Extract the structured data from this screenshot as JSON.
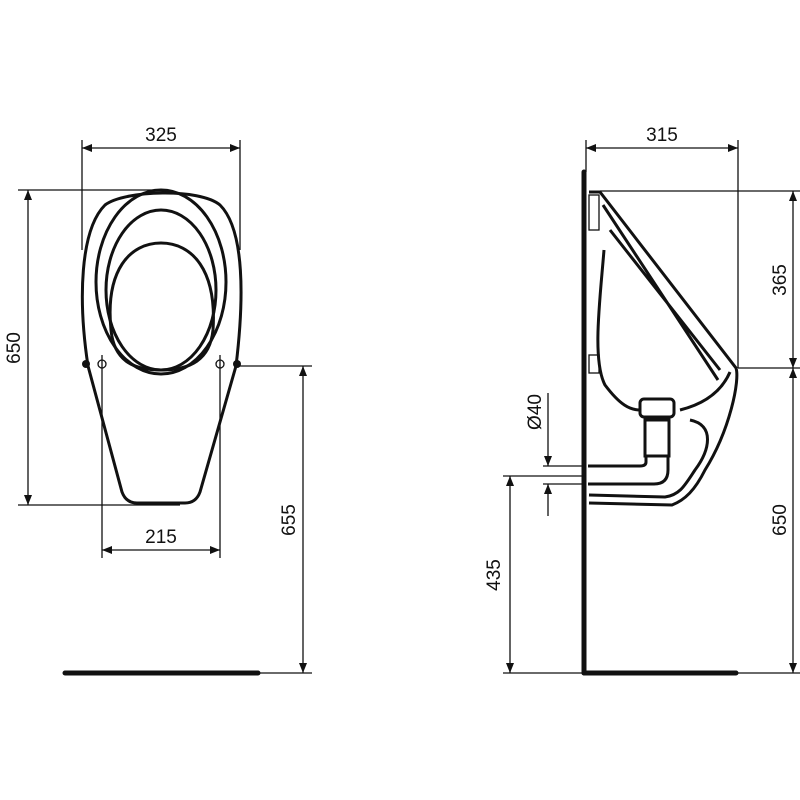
{
  "drawing": {
    "front_view": {
      "width_overall": "325",
      "height_overall": "650",
      "fixing_distance": "215",
      "fixing_height": "655"
    },
    "side_view": {
      "depth_overall": "315",
      "top_to_lip": "365",
      "lip_height": "650",
      "outlet_diameter": "Ø40",
      "outlet_height": "435"
    },
    "colors": {
      "line": "#111111",
      "background": "#ffffff"
    }
  }
}
